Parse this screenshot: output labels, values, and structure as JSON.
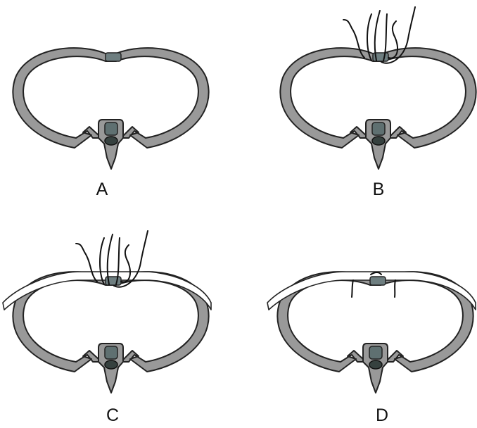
{
  "figure": {
    "panels": [
      {
        "label": "A",
        "sutures": "none",
        "plate": false
      },
      {
        "label": "B",
        "sutures": "loose",
        "plate": false
      },
      {
        "label": "C",
        "sutures": "loose",
        "plate": true
      },
      {
        "label": "D",
        "sutures": "tied",
        "plate": true
      }
    ],
    "colors": {
      "chest_wall": "#999999",
      "outline": "#222222",
      "vertebra_inner": "#5f7071",
      "sternum_cartilage": "#6e7e80",
      "plate": "#ffffff"
    }
  }
}
